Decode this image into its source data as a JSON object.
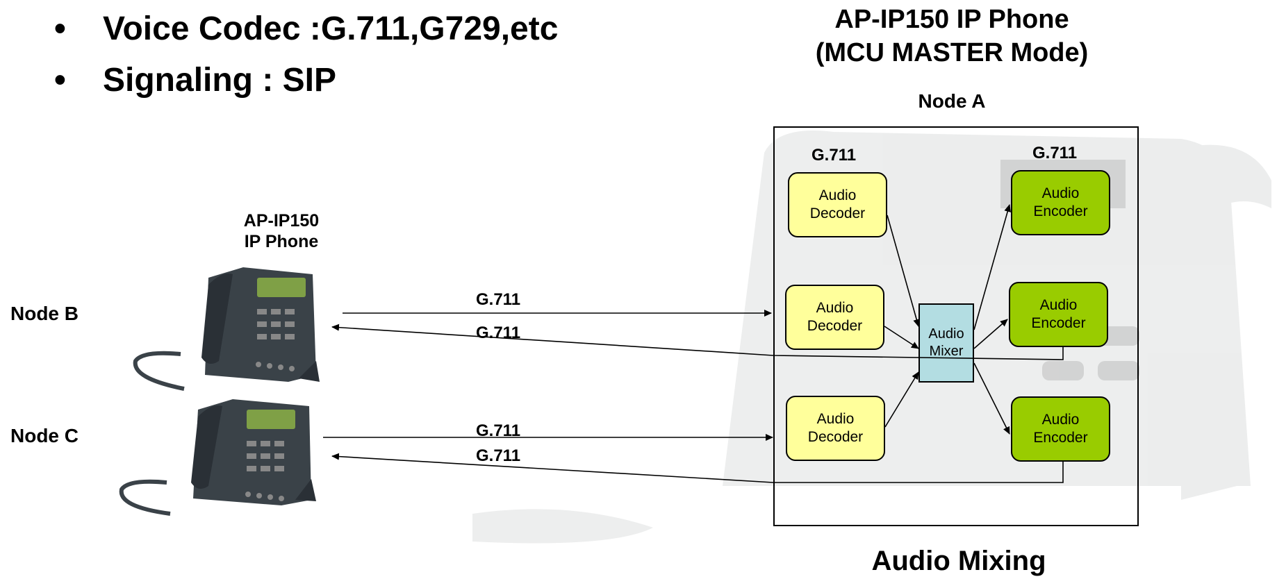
{
  "bullets": [
    {
      "symbol": "•",
      "text": "Voice Codec :G.711,G729,etc"
    },
    {
      "symbol": "•",
      "text": "Signaling : SIP"
    }
  ],
  "master": {
    "title_line1": "AP-IP150 IP Phone",
    "title_line2": "(MCU MASTER Mode)",
    "node_label": "Node A",
    "decoder_codec": "G.711",
    "encoder_codec": "G.711",
    "decoders": [
      {
        "line1": "Audio",
        "line2": "Decoder"
      },
      {
        "line1": "Audio",
        "line2": "Decoder"
      },
      {
        "line1": "Audio",
        "line2": "Decoder"
      }
    ],
    "encoders": [
      {
        "line1": "Audio",
        "line2": "Encoder"
      },
      {
        "line1": "Audio",
        "line2": "Encoder"
      },
      {
        "line1": "Audio",
        "line2": "Encoder"
      }
    ],
    "mixer": {
      "line1": "Audio",
      "line2": "Mixer"
    },
    "caption": "Audio Mixing"
  },
  "remote_phone": {
    "line1": "AP-IP150",
    "line2": "IP Phone"
  },
  "nodes": [
    {
      "label": "Node B",
      "uplink_codec": "G.711",
      "downlink_codec": "G.711"
    },
    {
      "label": "Node C",
      "uplink_codec": "G.711",
      "downlink_codec": "G.711"
    }
  ],
  "colors": {
    "decoder": "#ffff9b",
    "encoder": "#99cc00",
    "mixer": "#b3dde2",
    "phone_body": "#3a4248",
    "phone_screen": "#7fa046"
  }
}
